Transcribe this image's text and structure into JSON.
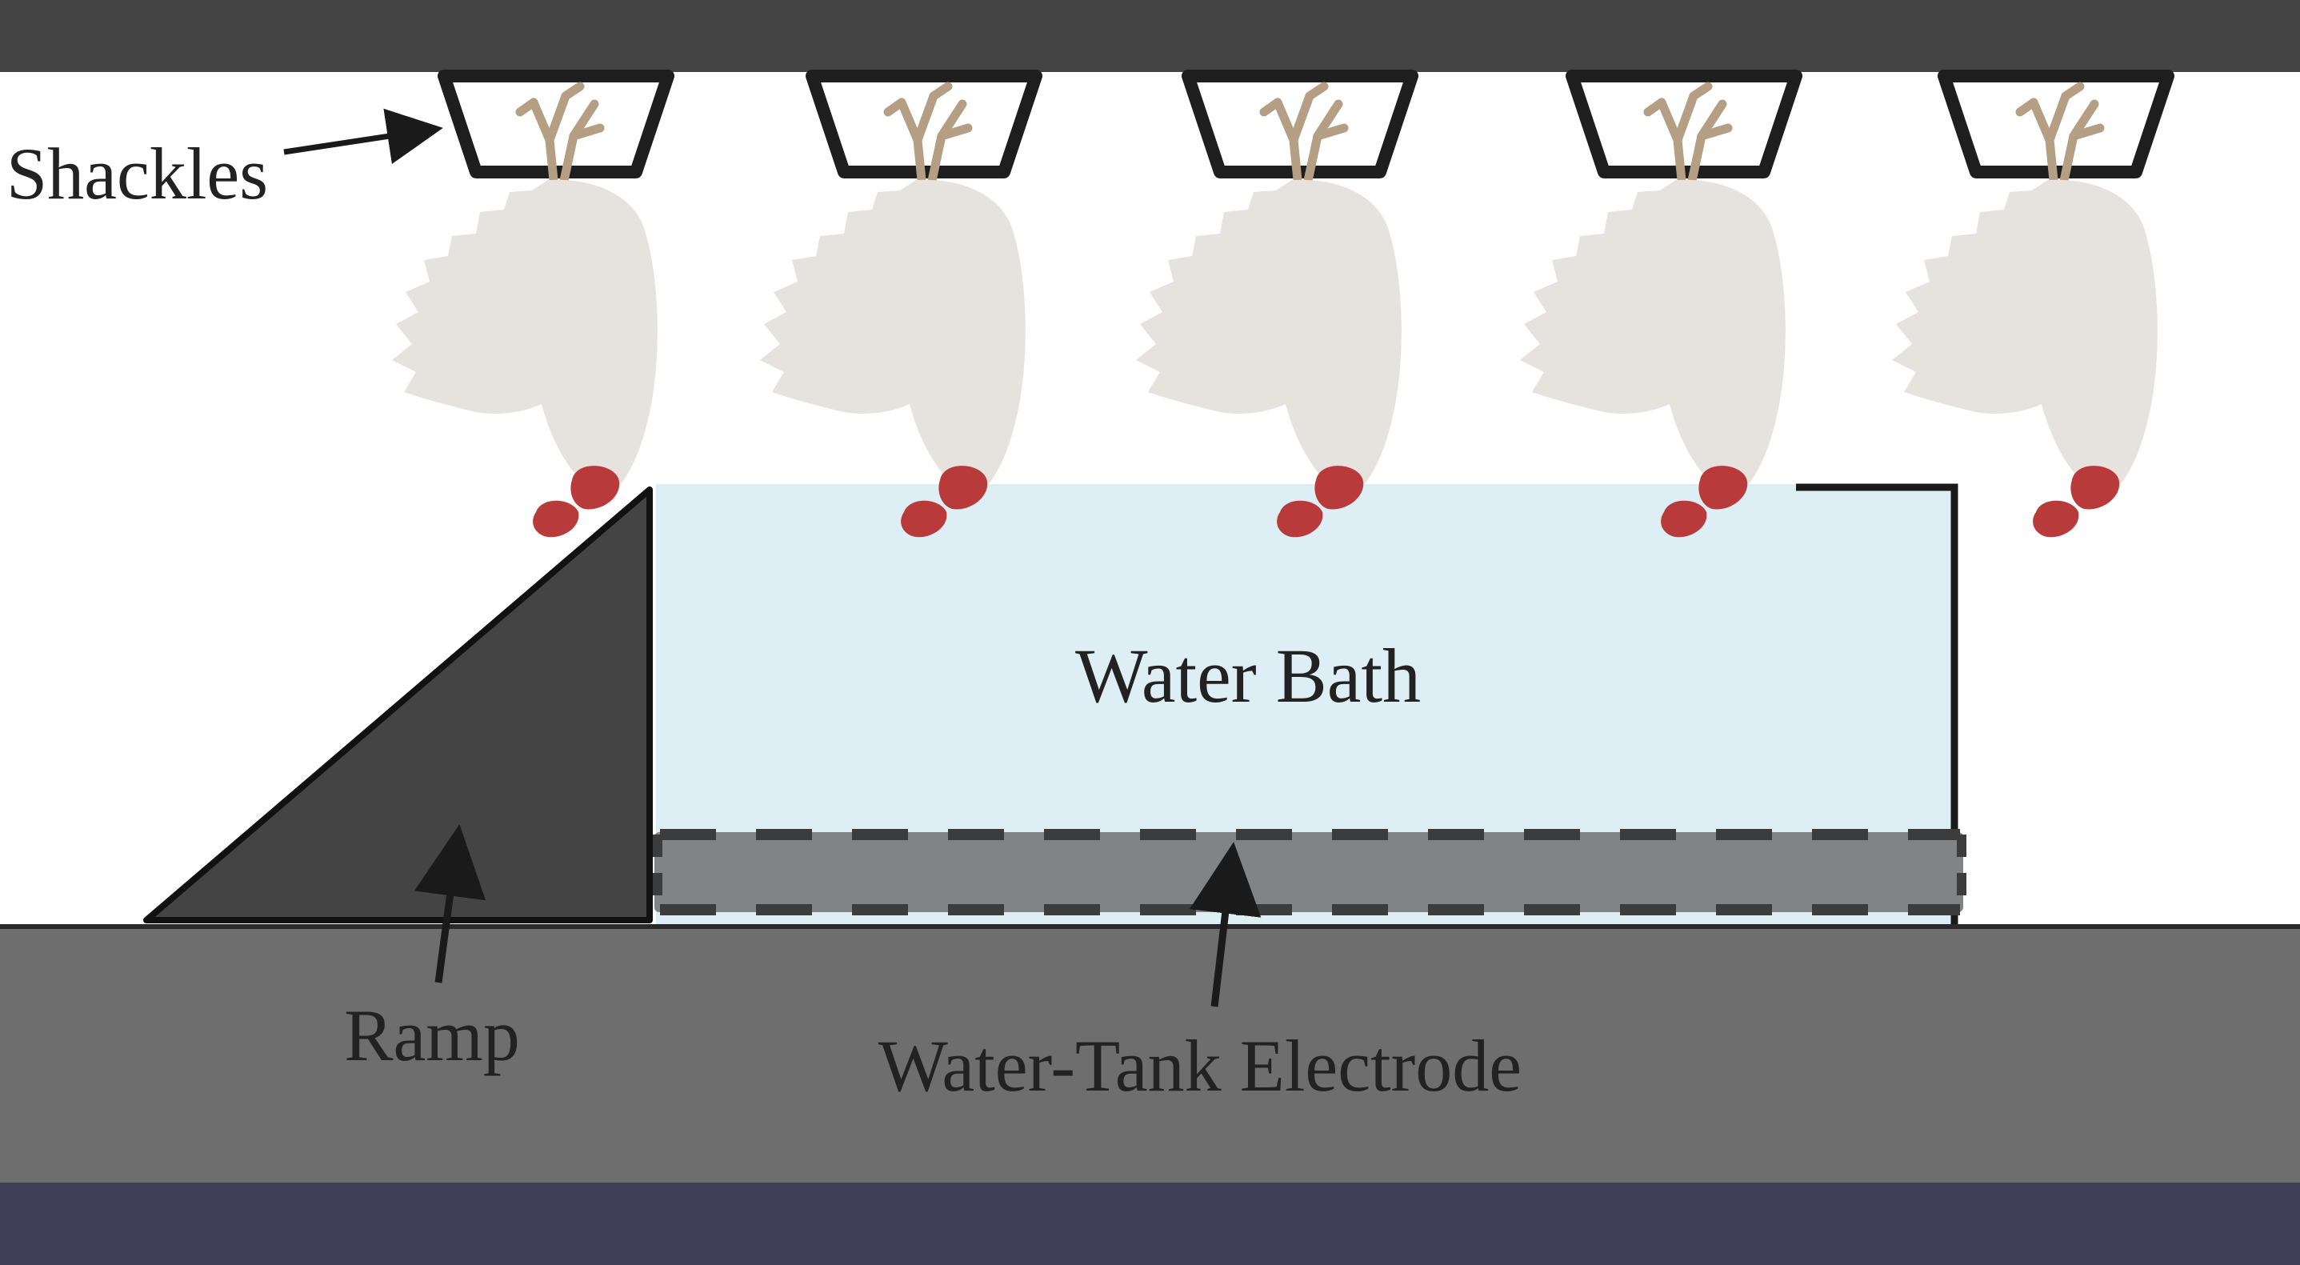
{
  "labels": {
    "shackles": "Shackles",
    "water_bath": "Water Bath",
    "ramp": "Ramp",
    "electrode": "Water-Tank Electrode"
  },
  "colors": {
    "rail": "#444444",
    "background": "#ffffff",
    "water": "#ddeef4",
    "ramp": "#444444",
    "floor": "#6e6e6e",
    "electrode": "#808486",
    "electrode_dash": "#3c3c3c",
    "bird_body": "#e6e2de",
    "bird_head": "#b83a3a",
    "legs": "#b59f84",
    "footer": "#40405a",
    "text": "#222222"
  },
  "icons": {
    "bird": "shackled-bird-icon",
    "shackle": "shackle-icon"
  },
  "shackle_count": 5
}
